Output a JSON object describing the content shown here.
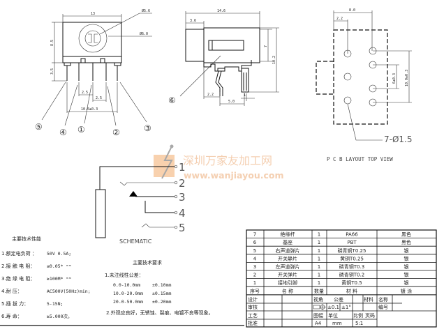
{
  "front_view": {
    "dims": {
      "width": "13",
      "outer_dia": "Ø5.6",
      "inner_dia": "Ø6.0",
      "height": "8.5",
      "pin_len": "3.5",
      "pitch_a": "2.5",
      "pitch_b": "2.5",
      "span": "10.0±0.3"
    },
    "balloons": [
      "⑤",
      "④",
      "①",
      "②",
      "③"
    ]
  },
  "side_view": {
    "dims": {
      "length": "14.6",
      "front": "3.6",
      "height_a": "7",
      "height_b": "10.2",
      "pin_off": "2.2",
      "pin_gap": "5.0",
      "pin_w": "1"
    },
    "balloon": "⑥"
  },
  "pcb_view": {
    "dims": {
      "width": "8.0",
      "offset": "2.2",
      "pitch_inner": "6±0.3",
      "pitch_outer": "10.0±0.3"
    },
    "hole_label": "7-Ø1.5",
    "title": "P C B LAYOUT TOP VIEW"
  },
  "schematic": {
    "title": "SCHEMATIC",
    "pins": [
      "1",
      "2",
      "3",
      "4",
      "5"
    ]
  },
  "watermark": {
    "name": "深圳万家友加工网",
    "url": "www.wanjiayou.com",
    "color": "#f0a56a"
  },
  "performance": {
    "heading": "主要技术性能",
    "items": [
      {
        "label": "1.额定电负荷 ：",
        "value": "50V 0.5A;"
      },
      {
        "label": "2.接 触 电 阻：",
        "value": "≤0.05* ᵐᵐ"
      },
      {
        "label": "3.绝 缘 电 阻：",
        "value": "≥100M* ᵐᵐ"
      },
      {
        "label": "4.耐      压：",
        "value": "AC500V(50Hz)min;"
      },
      {
        "label": "5.插  拔   力：",
        "value": "5-15N;"
      },
      {
        "label": "6.寿      命：",
        "value": "≥5.000次。"
      }
    ]
  },
  "requirements": {
    "heading": "主要技术要求",
    "line1": "1.未注线性公差：",
    "tolerances": [
      {
        "range": "0.0-10.0mm",
        "tol": "±0.10mm"
      },
      {
        "range": "10.0-20.0mm",
        "tol": "±0.15mm"
      },
      {
        "range": "20.0-50.0mm",
        "tol": "±0.20mm"
      }
    ],
    "line2": "2.外观应良好，无锈蚀、裂痕、电镀不良等现象。"
  },
  "bom": {
    "rows": [
      {
        "no": "7",
        "name": "绝缘杆",
        "qty": "1",
        "material": "PA66",
        "finish": "黑色"
      },
      {
        "no": "6",
        "name": "基座",
        "qty": "1",
        "material": "PBT",
        "finish": "黑色"
      },
      {
        "no": "5",
        "name": "右声道弹片",
        "qty": "1",
        "material": "磷青铜T0.25",
        "finish": "银"
      },
      {
        "no": "4",
        "name": "开关静片",
        "qty": "1",
        "material": "黄铜T0.25",
        "finish": "银"
      },
      {
        "no": "3",
        "name": "左声道弹片",
        "qty": "1",
        "material": "磷青铜T0.3",
        "finish": "银"
      },
      {
        "no": "2",
        "name": "开关弹片",
        "qty": "1",
        "material": "磷青铜T0.2",
        "finish": "银"
      },
      {
        "no": "1",
        "name": "接地引脚",
        "qty": "1",
        "material": "黄铜T0.5",
        "finish": "银"
      }
    ],
    "header": {
      "no": "序号",
      "name": "名  称",
      "qty": "数量",
      "material": "材    料",
      "finish": "镀    涂"
    }
  },
  "title_block": {
    "design": "设计",
    "review": "审核",
    "process": "工艺",
    "approve": "批准",
    "view_angle": "视角",
    "tolerance": "公差",
    "material": "材料",
    "name": "名称",
    "tol_linear": "±0.1",
    "tol_angle": "±1°",
    "number": "编号",
    "sheet": "图幅",
    "unit": "单位",
    "scale": "比例",
    "page": "页码",
    "sheet_val": "A4",
    "unit_val": "mm",
    "scale_val": "5:1"
  }
}
